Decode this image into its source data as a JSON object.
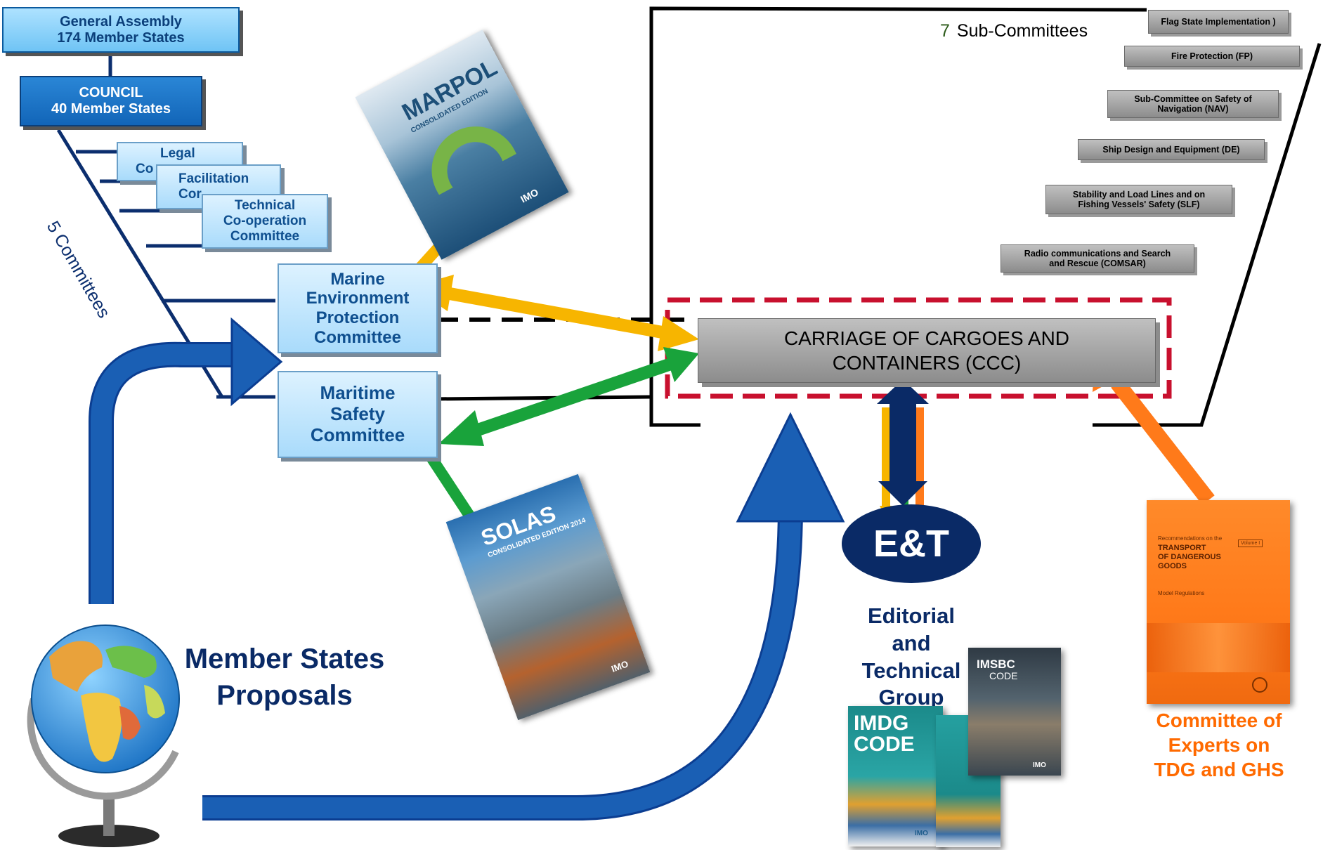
{
  "general_assembly": {
    "line1": "General Assembly",
    "line2": "174 Member  States"
  },
  "council": {
    "line1": "COUNCIL",
    "line2": "40 Member States"
  },
  "committees_label": "5 Committees",
  "legal": {
    "line1": "Legal",
    "line2": "Co"
  },
  "facilitation": {
    "line1": "Facilitation",
    "line2": "Cor"
  },
  "technical": {
    "line1": "Technical",
    "line2": "Co-operation",
    "line3": "Committee"
  },
  "mepc": {
    "line1": "Marine",
    "line2": "Environment",
    "line3": "Protection",
    "line4": "Committee"
  },
  "msc": {
    "line1": "Maritime",
    "line2": "Safety",
    "line3": "Committee"
  },
  "subcommittees": {
    "num": "7",
    "label": "Sub-Committees"
  },
  "sub_items": [
    {
      "line1": "Flag State Implementation )"
    },
    {
      "line1": "Fire Protection (FP)"
    },
    {
      "line1": "Sub-Committee on Safety of",
      "line2": "Navigation (NAV)"
    },
    {
      "line1": "Ship Design and Equipment (DE)"
    },
    {
      "line1": "Stability and Load Lines and on",
      "line2": "Fishing Vessels' Safety (SLF)"
    },
    {
      "line1": "Radio communications and Search",
      "line2": "and Rescue (COMSAR)"
    }
  ],
  "ccc": {
    "line1": "CARRIAGE OF CARGOES AND",
    "line2": "CONTAINERS (CCC)"
  },
  "et": {
    "logo": "E&T",
    "line1": "Editorial",
    "line2": "and",
    "line3": "Technical",
    "line4": "Group"
  },
  "member_states": {
    "line1": "Member States",
    "line2": "Proposals"
  },
  "experts": {
    "line1": "Committee of",
    "line2": "Experts on",
    "line3": "TDG and GHS"
  },
  "marpol": {
    "title": "MARPOL",
    "subtitle": "CONSOLIDATED EDITION",
    "brand": "IMO"
  },
  "solas": {
    "title": "SOLAS",
    "subtitle": "CONSOLIDATED EDITION 2014",
    "brand": "IMO"
  },
  "imdg": {
    "title1": "IMDG",
    "title2": "CODE",
    "brand": "IMO"
  },
  "imsbc": {
    "title1": "IMSBC",
    "title2": "CODE",
    "brand": "IMO"
  },
  "tdg": {
    "line1": "Recommendations on the",
    "line2": "TRANSPORT",
    "line3": "OF DANGEROUS",
    "line4": "GOODS",
    "line5": "Model Regulations",
    "volume": "Volume I"
  },
  "colors": {
    "dark_navy": "#0b2e6e",
    "arrow_blue": "#1a5fb4",
    "yellow": "#f7b500",
    "green": "#19a33b",
    "orange": "#ff7a1a",
    "red_dash": "#c8102e"
  }
}
